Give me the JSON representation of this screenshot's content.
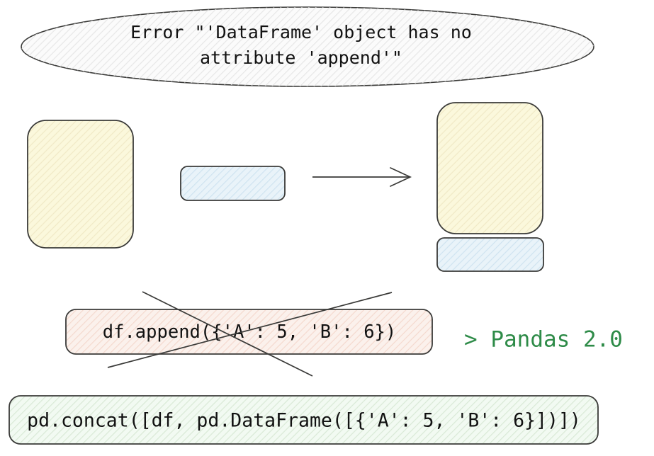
{
  "diagram": {
    "title": "Pandas DataFrame append deprecation diagram",
    "background_color": "#ffffff",
    "outline_color": "#3a3a38",
    "error_bubble": {
      "shape": "ellipse",
      "line_1": "Error \"'DataFrame' object has no",
      "line_2": "attribute 'append'\"",
      "fill_color": "#fafafa",
      "hatch_color": "#e2e2e2"
    },
    "boxes": {
      "source_frame": {
        "label": "",
        "fill_color": "#fbf8dc",
        "hatch_color": "#f0ead0"
      },
      "new_row": {
        "label": "",
        "fill_color": "#e9f3f9",
        "hatch_color": "#cfe4f1"
      },
      "result_frame": {
        "label": "",
        "fill_color": "#fbf8dc",
        "hatch_color": "#f0ead0"
      },
      "result_row": {
        "label": "",
        "fill_color": "#e9f3f9",
        "hatch_color": "#cfe4f1"
      }
    },
    "arrow": {
      "name": "concat-arrow",
      "direction": "right"
    },
    "deprecated_code": {
      "text": "df.append({'A': 5, 'B': 6})",
      "fill_color": "#fbf1ec",
      "hatch_color": "#f6ddd2",
      "struck_out": true
    },
    "version_note": {
      "text": "> Pandas 2.0",
      "color": "#2e8b48"
    },
    "recommended_code": {
      "text": "pd.concat([df, pd.DataFrame([{'A': 5, 'B': 6}])])",
      "fill_color": "#f2faf2",
      "hatch_color": "#dcead9"
    }
  }
}
